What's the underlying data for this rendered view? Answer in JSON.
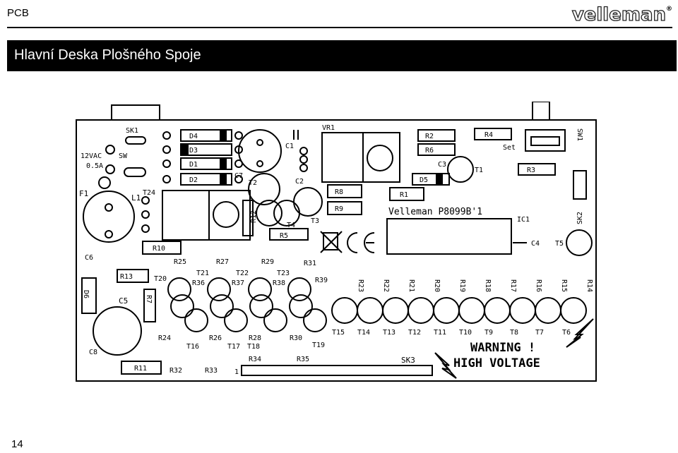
{
  "header": {
    "section": "PCB",
    "logo": "velleman"
  },
  "title_bar": {
    "title": "Hlavní Deska Plošného Spoje"
  },
  "pcb": {
    "board_label": "Velleman P8099B'1",
    "warning": [
      "WARNING !",
      "HIGH VOLTAGE"
    ],
    "power_label": [
      "12VAC",
      "0.5A"
    ],
    "sw": "SW",
    "sk1": "SK1",
    "sk2": "SK2",
    "sk3": "SK3",
    "sw1": "SW1",
    "set": "Set",
    "vr1": "VR1",
    "ic1": "IC1",
    "l1": "L1",
    "f1": "F1",
    "c1": "C1",
    "c2": "C2",
    "c3": "C3",
    "c4": "C4",
    "c5": "C5",
    "c6": "C6",
    "c7": "C7",
    "c8": "C8",
    "r1": "R1",
    "r2": "R2",
    "r3": "R3",
    "r4": "R4",
    "r5": "R5",
    "r6": "R6",
    "r7": "R7",
    "r8": "R8",
    "r9": "R9",
    "r10": "R10",
    "r11": "R11",
    "r12": "R12",
    "r13": "R13",
    "diodes": [
      "D4",
      "D3",
      "D1",
      "D2"
    ],
    "d5": "D5",
    "d6": "D6",
    "t1": "T1",
    "t2": "T2",
    "t3": "T3",
    "t4": "T4",
    "t5": "T5",
    "t24": "T24",
    "upper_row_r": [
      "R25",
      "R27",
      "R29",
      "R31"
    ],
    "upper_row_t": [
      "T21",
      "T22",
      "T23"
    ],
    "mid_row_r": [
      "R36",
      "R37",
      "R38",
      "R39"
    ],
    "t20": "T20",
    "r24": "R24",
    "r26": "R26",
    "r28": "R28",
    "r30": "R30",
    "lower_t": [
      "T16",
      "T17",
      "T18",
      "T19"
    ],
    "r32": "R32",
    "r33": "R33",
    "r34": "R34",
    "r35": "R35",
    "vert_r": [
      "R23",
      "R22",
      "R21",
      "R20",
      "R19",
      "R18",
      "R17",
      "R16",
      "R15",
      "R14"
    ],
    "row_t": [
      "T15",
      "T14",
      "T13",
      "T12",
      "T11",
      "T10",
      "T9",
      "T8",
      "T7",
      "T6"
    ],
    "pin1": "1"
  },
  "footer": {
    "page_number": "14"
  }
}
